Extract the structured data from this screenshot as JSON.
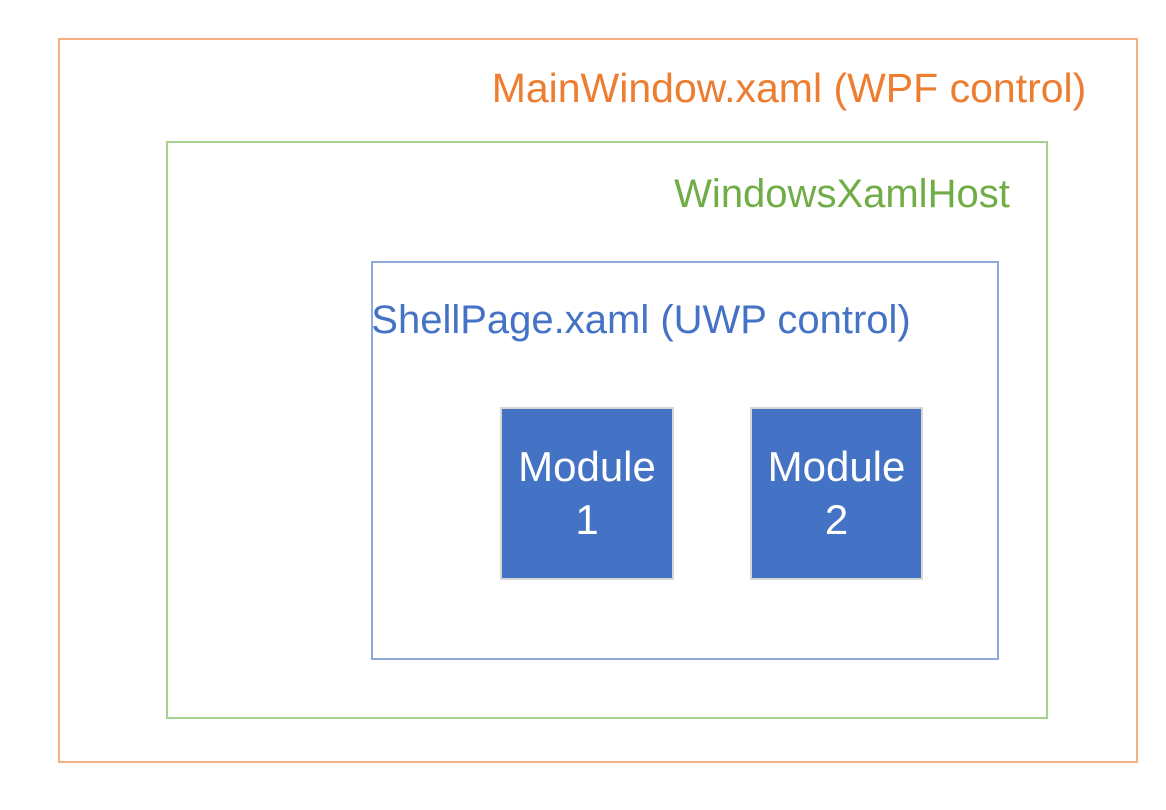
{
  "diagram": {
    "background_color": "#FFFFFF",
    "outer_box": {
      "label": "MainWindow.xaml (WPF control)",
      "text_color": "#ED7D31",
      "border_color": "#F4B183"
    },
    "host_box": {
      "label": "WindowsXamlHost",
      "text_color": "#70AD47",
      "border_color": "#A9D18E"
    },
    "shell_box": {
      "label": "ShellPage.xaml (UWP control)",
      "text_color": "#4472C4",
      "border_color": "#8EAADB"
    },
    "modules": [
      {
        "line1": "Module",
        "line2": "1",
        "fill_color": "#4472C4",
        "border_color": "#D6D6D6",
        "text_color": "#FFFFFF"
      },
      {
        "line1": "Module",
        "line2": "2",
        "fill_color": "#4472C4",
        "border_color": "#D6D6D6",
        "text_color": "#FFFFFF"
      }
    ]
  }
}
